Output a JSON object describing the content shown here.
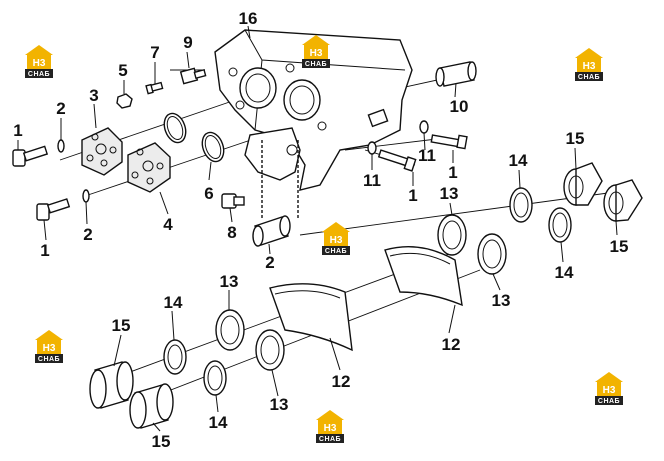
{
  "watermark": {
    "top": "H3",
    "bottom": "CHAБ",
    "color": "#f2b300"
  },
  "callouts": [
    {
      "label": "16"
    },
    {
      "label": "9"
    },
    {
      "label": "7"
    },
    {
      "label": "5"
    },
    {
      "label": "3"
    },
    {
      "label": "2"
    },
    {
      "label": "1"
    },
    {
      "label": "10"
    },
    {
      "label": "1"
    },
    {
      "label": "11"
    },
    {
      "label": "11"
    },
    {
      "label": "1"
    },
    {
      "label": "6"
    },
    {
      "label": "4"
    },
    {
      "label": "8"
    },
    {
      "label": "2"
    },
    {
      "label": "1"
    },
    {
      "label": "2"
    },
    {
      "label": "15"
    },
    {
      "label": "14"
    },
    {
      "label": "13"
    },
    {
      "label": "15"
    },
    {
      "label": "14"
    },
    {
      "label": "13"
    },
    {
      "label": "12"
    },
    {
      "label": "14"
    },
    {
      "label": "13"
    },
    {
      "label": "15"
    },
    {
      "label": "14"
    },
    {
      "label": "13"
    },
    {
      "label": "12"
    },
    {
      "label": "15"
    }
  ]
}
